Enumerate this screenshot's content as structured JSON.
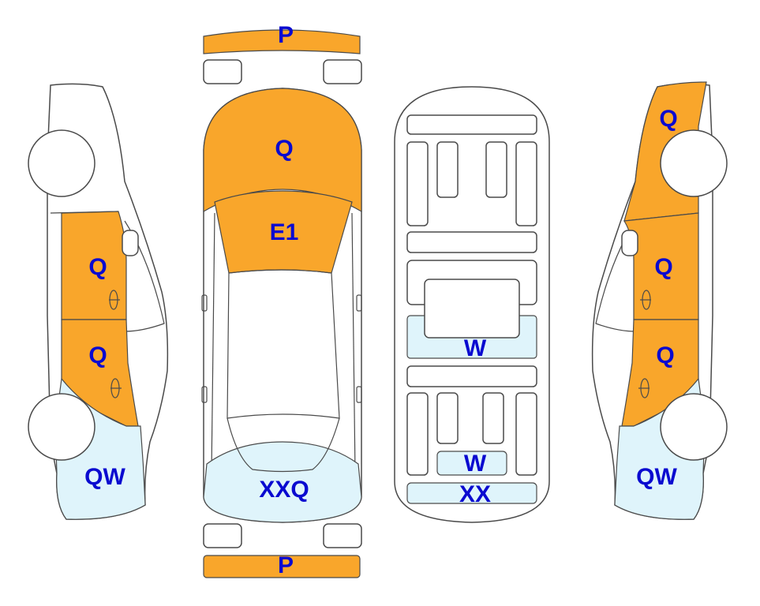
{
  "colors": {
    "damage_orange": "#f9a62b",
    "damage_blue": "#dff4fb",
    "label_text": "#0a0ad0",
    "outline": "#4a4a4a"
  },
  "labels": {
    "front_bumper": "P",
    "rear_bumper": "P",
    "hood": "Q",
    "windshield": "E1",
    "rear_window": "XXQ",
    "left_front_door": "Q",
    "left_rear_door": "Q",
    "left_rear_quarter": "QW",
    "right_front_fender": "Q",
    "right_front_door": "Q",
    "right_rear_door": "Q",
    "right_rear_quarter": "QW",
    "floor_center": "W",
    "floor_rear": "W",
    "trunk_floor": "XX"
  }
}
